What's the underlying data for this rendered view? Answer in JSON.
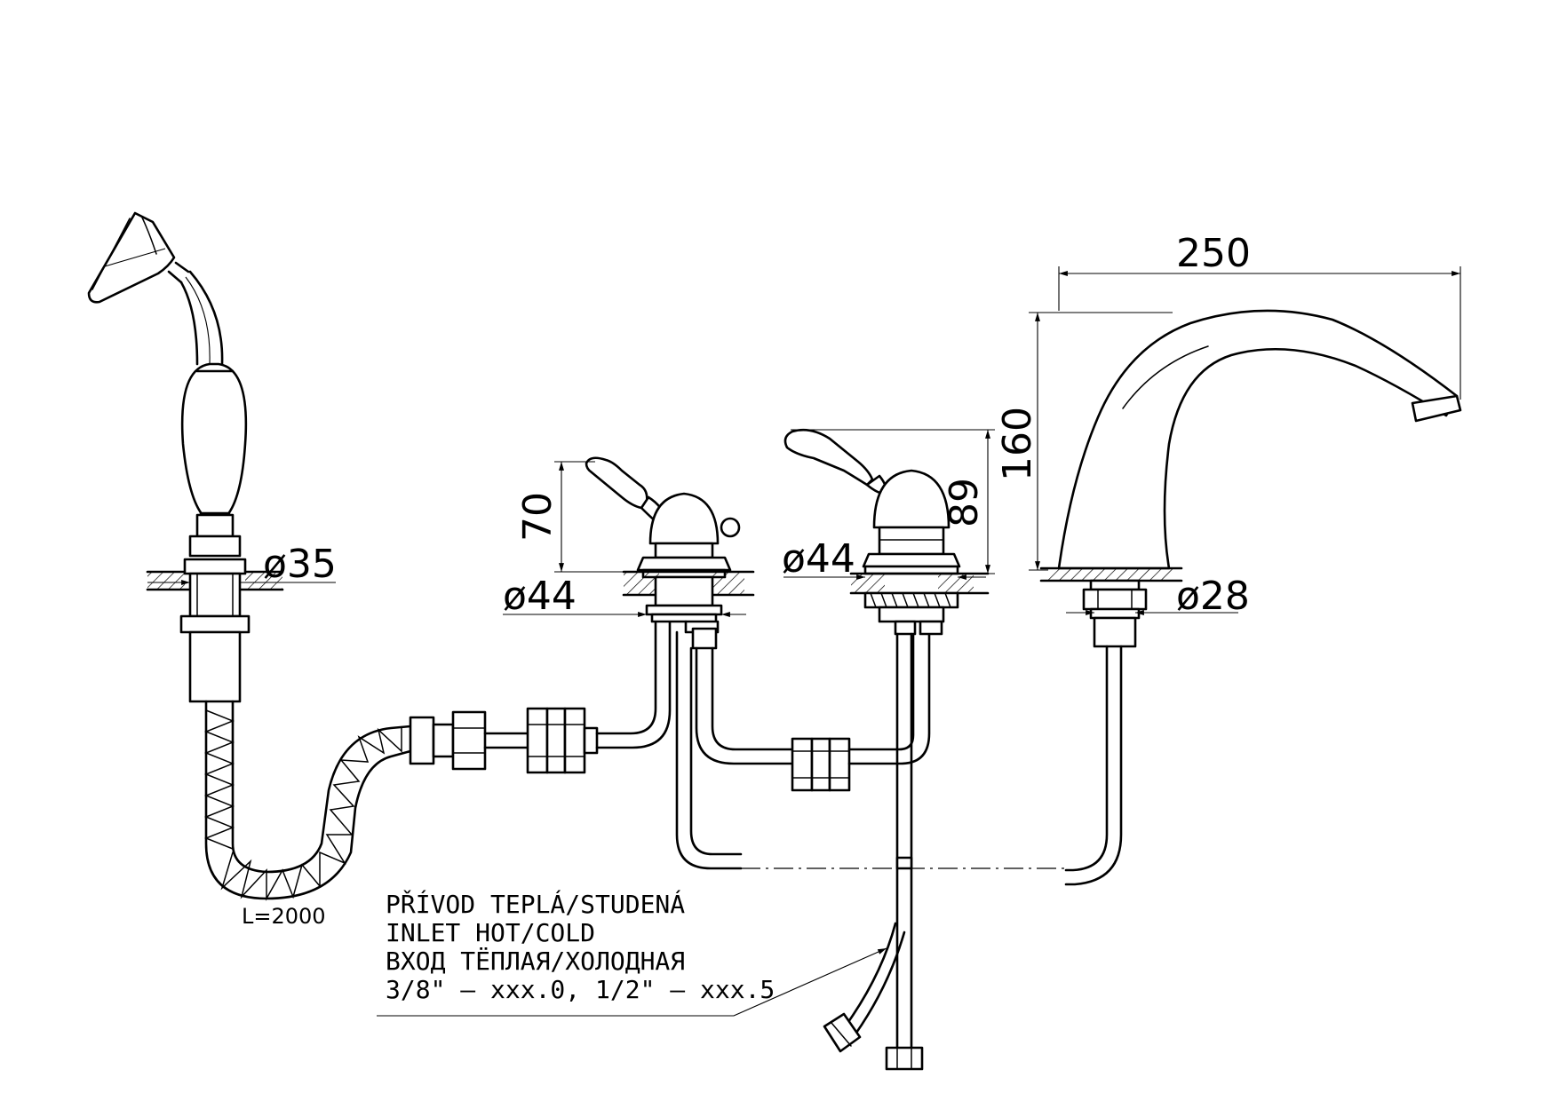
{
  "dimensions": {
    "spout_width": "250",
    "spout_height": "160",
    "handle_left_height": "70",
    "handle_right_height": "89",
    "shower_diameter": "ø35",
    "valve_left_diameter": "ø44",
    "valve_right_diameter": "ø44",
    "spout_diameter": "ø28"
  },
  "hose_length": "L=2000",
  "inlet_note": [
    "PŘÍVOD TEPLÁ/STUDENÁ",
    "INLET HOT/COLD",
    "ВХОД ТЁПЛАЯ/ХОЛОДНАЯ",
    "3/8\" – xxx.0, 1/2\" – xxx.5"
  ]
}
